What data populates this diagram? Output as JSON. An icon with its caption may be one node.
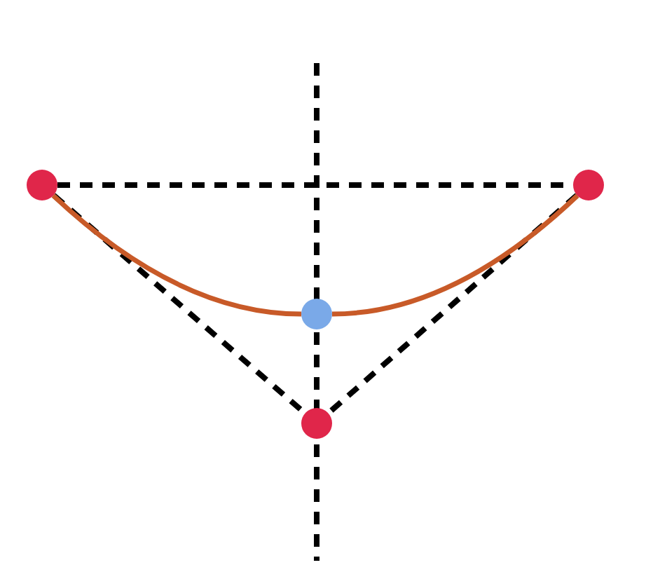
{
  "diagram": {
    "nodes": [
      {
        "text": [],
        "shape": "circle"
      },
      {
        "text": [],
        "shape": "circle"
      },
      {
        "text": [],
        "shape": "circle"
      },
      {
        "text": [],
        "shape": "circle"
      }
    ],
    "edges": [
      {
        "from": 0,
        "to": 1,
        "arrow": "none",
        "style": "dashed"
      },
      {
        "from": 0,
        "to": 3,
        "arrow": "none",
        "style": "dashed"
      },
      {
        "from": 1,
        "to": 3,
        "arrow": "none",
        "style": "dashed"
      },
      {
        "from": 0,
        "to": 2,
        "arrow": "none",
        "color": "#c85a28"
      },
      {
        "from": 2,
        "to": 1,
        "arrow": "none",
        "color": "#c85a28"
      }
    ]
  }
}
